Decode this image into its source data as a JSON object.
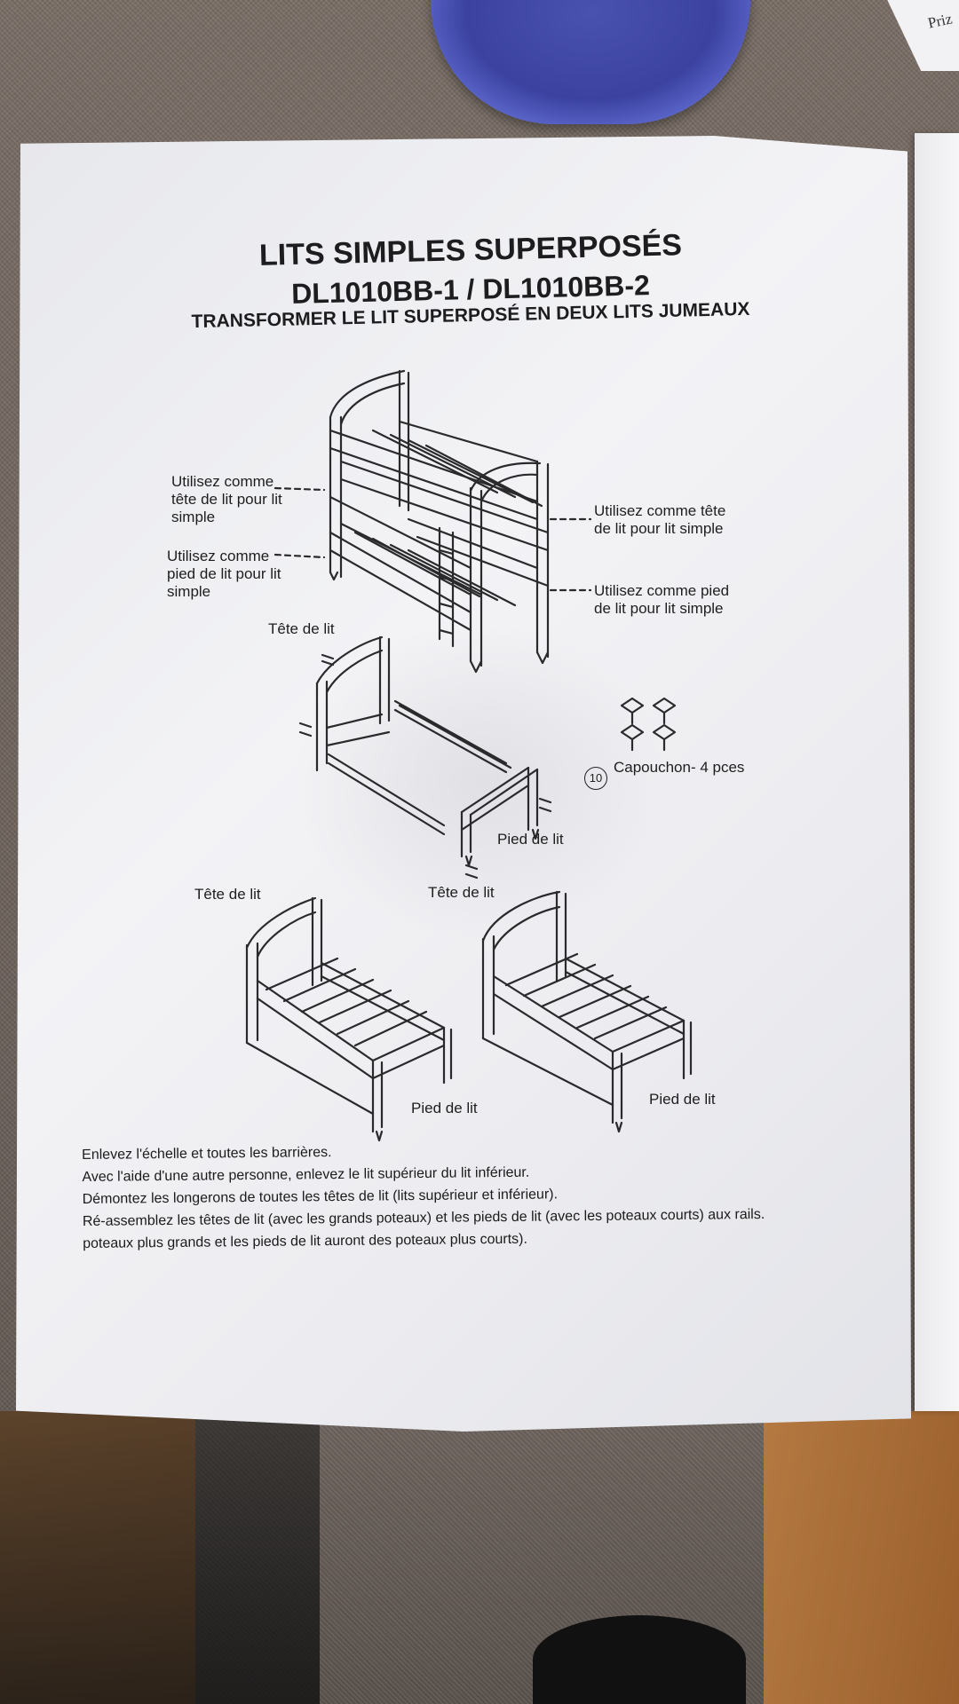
{
  "document": {
    "title": "LITS SIMPLES SUPERPOSÉS",
    "models": "DL1010BB-1 / DL1010BB-2",
    "subtitle": "TRANSFORMER LE LIT SUPERPOSÉ EN DEUX LITS JUMEAUX",
    "callouts": {
      "left_top": "Utilisez comme tête de lit pour lit simple",
      "left_bottom": "Utilisez comme pied de lit pour lit simple",
      "right_top": "Utilisez comme tête de lit pour lit simple",
      "right_bottom": "Utilisez comme pied de lit pour lit simple"
    },
    "assembly": {
      "head_label": "Tête de lit",
      "foot_label": "Pied de lit"
    },
    "twin_left": {
      "head_label": "Tête de lit",
      "foot_label": "Pied de lit"
    },
    "twin_right": {
      "head_label": "Tête de lit",
      "foot_label": "Pied de lit"
    },
    "part": {
      "number": "10",
      "label": "Capouchon- 4 pces"
    },
    "instructions": [
      "Enlevez l'échelle et toutes les barrières.",
      "Avec l'aide d'une autre personne, enlevez le lit supérieur du lit inférieur.",
      "Démontez les longerons de toutes les têtes de lit (lits supérieur et inférieur).",
      "Ré-assemblez les têtes de lit (avec les grands poteaux) et les pieds de lit (avec les poteaux courts) aux rails.",
      "poteaux plus grands et les pieds de lit auront des poteaux plus courts)."
    ]
  },
  "background": {
    "corner_note": "Priz"
  },
  "colors": {
    "paper": "#f0f0f3",
    "ink": "#1d1d1f",
    "lid": "#3b42a0"
  }
}
